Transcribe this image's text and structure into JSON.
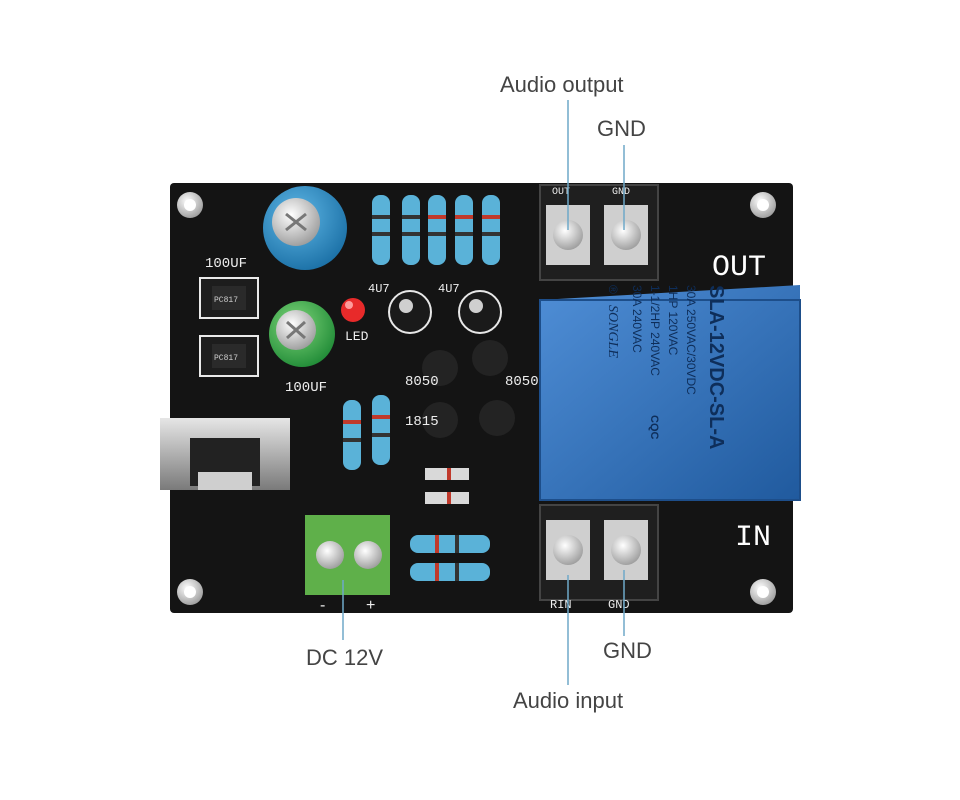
{
  "callouts": {
    "audio_output": "Audio output",
    "gnd_top": "GND",
    "dc_12v": "DC 12V",
    "gnd_bottom": "GND",
    "audio_input": "Audio input"
  },
  "board": {
    "out_label": "OUT",
    "in_label": "IN",
    "terminal_top_left": "OUT",
    "terminal_top_right": "GND",
    "terminal_bottom_left": "RIN",
    "terminal_bottom_right": "GND",
    "cap_top": "100UF",
    "cap_mid": "100UF",
    "opto_1": "PC817",
    "opto_2": "PC817",
    "led": "LED",
    "cap_small_1": "4U7",
    "cap_small_2": "4U7",
    "trans_1": "8050",
    "trans_2": "8050",
    "trans_3": "1815",
    "dc_minus": "-",
    "dc_plus": "+"
  },
  "relay": {
    "model": "SLA-12VDC-SL-A",
    "brand": "SONGLE",
    "rating_1": "30A 250VAC/30VDC",
    "rating_2": "1HP 120VAC",
    "rating_3": "1-1/2HP 240VAC",
    "rating_4": "30A 240VAC",
    "cqc": "CQC",
    "registered": "®"
  },
  "colors": {
    "board": "#141414",
    "relay": "#2f6db8",
    "terminal_green": "#5fb04a",
    "callout_line": "#6fa9c9"
  }
}
